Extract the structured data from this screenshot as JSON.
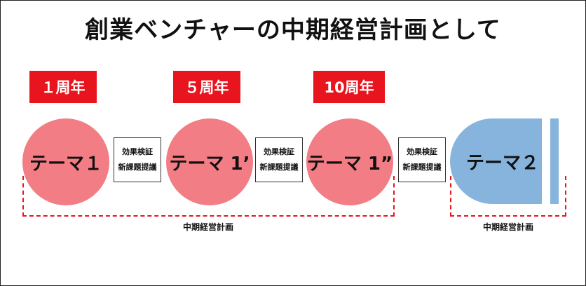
{
  "title": "創業ベンチャーの中期経営計画として",
  "colors": {
    "badge": "#e8141e",
    "circle": "#f27d85",
    "theme2": "#86b4dc",
    "dashed": "#e8141e"
  },
  "years": [
    "１周年",
    "５周年",
    "10周年"
  ],
  "themes": [
    "テーマ１",
    "テーマ 1’",
    "テーマ 1”",
    "テーマ２"
  ],
  "notes": [
    {
      "line1": "効果検証",
      "line2": "新課題提議"
    },
    {
      "line1": "効果検証",
      "line2": "新課題提議"
    },
    {
      "line1": "効果検証",
      "line2": "新課題提議"
    }
  ],
  "plan_labels": [
    "中期経営計画",
    "中期経営計画"
  ]
}
